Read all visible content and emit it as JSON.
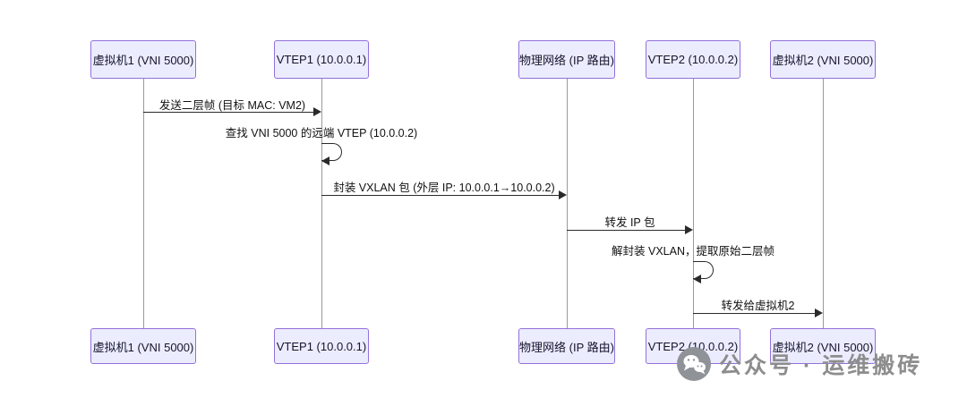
{
  "diagram": {
    "type": "sequence",
    "participants": [
      {
        "id": "vm1",
        "label": "虚拟机1 (VNI 5000)"
      },
      {
        "id": "vtep1",
        "label": "VTEP1 (10.0.0.1)"
      },
      {
        "id": "network",
        "label": "物理网络 (IP 路由)"
      },
      {
        "id": "vtep2",
        "label": "VTEP2 (10.0.0.2)"
      },
      {
        "id": "vm2",
        "label": "虚拟机2 (VNI 5000)"
      }
    ],
    "messages": [
      {
        "from": "vm1",
        "to": "vtep1",
        "type": "solid-arrow",
        "label": "发送二层帧 (目标 MAC: VM2)"
      },
      {
        "from": "vtep1",
        "to": "vtep1",
        "type": "self-loop",
        "label": "查找 VNI 5000 的远端 VTEP (10.0.0.2)"
      },
      {
        "from": "vtep1",
        "to": "network",
        "type": "solid-arrow",
        "label": "封装 VXLAN 包 (外层 IP: 10.0.0.1→10.0.0.2)"
      },
      {
        "from": "network",
        "to": "vtep2",
        "type": "solid-arrow",
        "label": "转发 IP 包"
      },
      {
        "from": "vtep2",
        "to": "vtep2",
        "type": "self-loop",
        "label": "解封装 VXLAN，提取原始二层帧"
      },
      {
        "from": "vtep2",
        "to": "vm2",
        "type": "solid-arrow",
        "label": "转发给虚拟机2"
      }
    ]
  },
  "watermark": {
    "icon": "wechat-icon",
    "text": "公众号 · 运维搬砖"
  },
  "colors": {
    "background": "#ffffff",
    "actor_fill": "#ECECFF",
    "actor_border": "#9370DB",
    "lifeline": "#9a9a9a",
    "message_line": "#2a2a2a",
    "message_text": "#111111",
    "watermark_gray": "#8d8d8d"
  }
}
